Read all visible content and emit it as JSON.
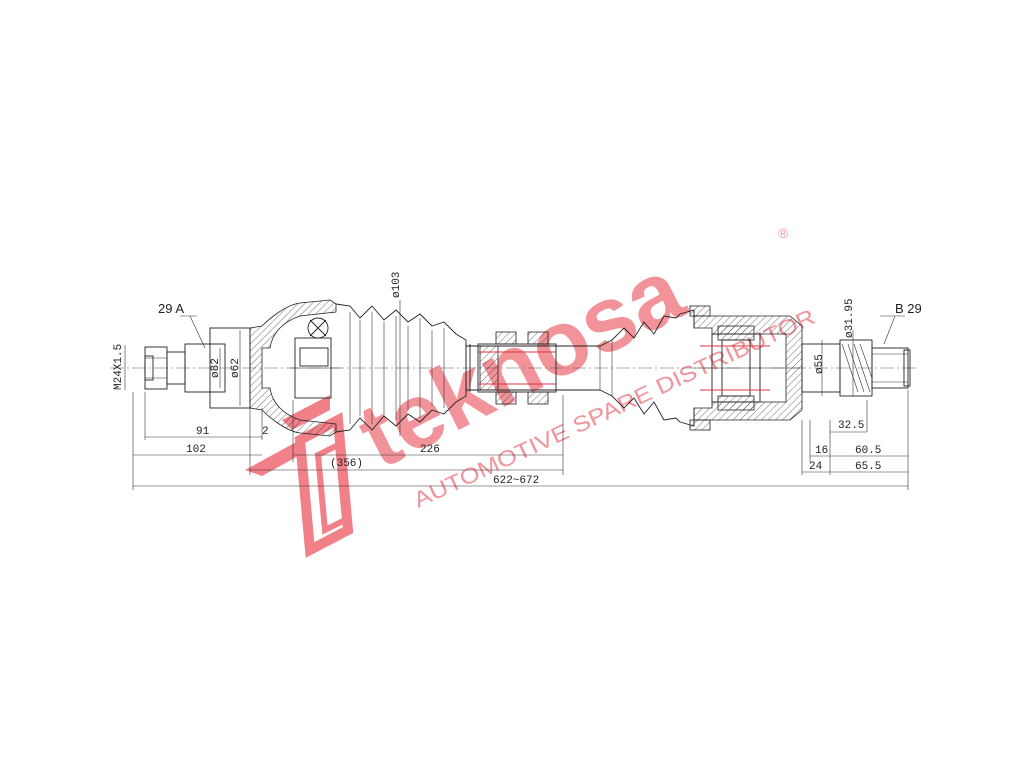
{
  "callouts": {
    "left": "29 A",
    "right": "B 29"
  },
  "dimensions": {
    "thread": "M24X1.5",
    "d82": "ø82",
    "d62": "ø62",
    "d103": "ø103",
    "d31_95": "ø31.95",
    "d55": "ø55",
    "l91": "91",
    "l2": "2",
    "l102": "102",
    "l226": "226",
    "l356": "(356)",
    "total": "622~672",
    "r32_5": "32.5",
    "r16": "16",
    "r60_5": "60.5",
    "r24": "24",
    "r65_5": "65.5"
  },
  "watermark": {
    "brand": "teknosa",
    "tagline": "AUTOMOTIVE SPARE DISTRIBUTOR",
    "registered": "®",
    "color": "#e8434d"
  }
}
